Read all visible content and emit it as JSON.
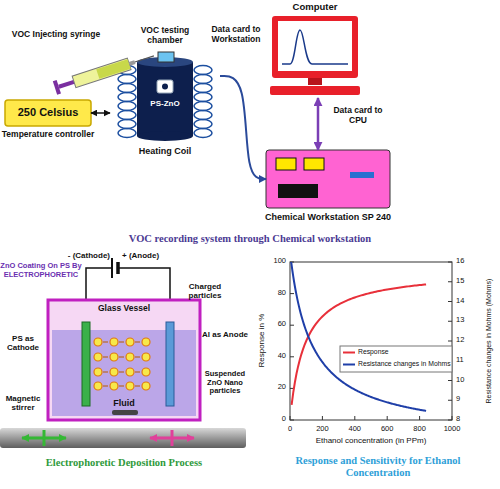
{
  "diagram": {
    "nodes": [
      {
        "text": [
          "Computer"
        ]
      },
      {
        "text": [
          "VOC testing chamber",
          "PS-ZnO",
          "Heating Coil"
        ]
      },
      {
        "text": [
          "250 Celsius",
          "Temperature controller"
        ]
      },
      {
        "text": [
          "Chemical Workstation SP 240"
        ]
      },
      {
        "text": [
          "Glass Vessel",
          "Fluid"
        ]
      }
    ],
    "edges": [
      {
        "from": 2,
        "to": 1,
        "arrow": "both"
      },
      {
        "from": 1,
        "to": 3,
        "label": "Data card to Workstation",
        "arrow": "to"
      },
      {
        "from": 3,
        "to": 0,
        "label": "Data card to CPU",
        "arrow": "both"
      }
    ],
    "labels": [
      "VOC Injecting syringe",
      "VOC recording system through Chemical workstation",
      "ZnO Coating On PS By ELECTROPHORETIC",
      "- (Cathode)",
      "+ (Anode)",
      "Charged particles",
      "PS as Cathode",
      "Al as Anode",
      "Suspended ZnO Nano particles",
      "Magnetic stirrer",
      "Electrophoretic Deposition Process",
      "Response in %",
      "0",
      "20",
      "40",
      "60",
      "80",
      "100",
      "Resistance changes in Mohms (Mohms)",
      "8",
      "9",
      "10",
      "11",
      "12",
      "13",
      "14",
      "15",
      "16",
      "Ethanol concentration (in PPm)",
      "0",
      "200",
      "400",
      "600",
      "800",
      "1000",
      "Response and Sensitivity for Ethanol Concentration"
    ],
    "legend": [
      {
        "text": "Response"
      },
      {
        "text": "Resistance changes in Mohms"
      }
    ]
  }
}
